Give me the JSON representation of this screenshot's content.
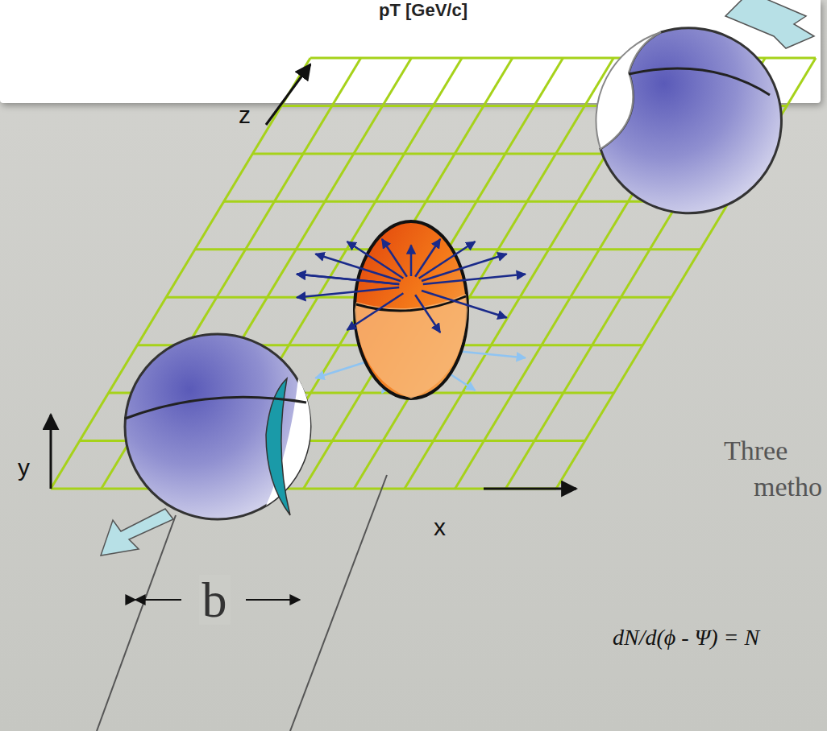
{
  "diagram": {
    "labels": [
      "pT [GeV/c]",
      "z",
      "y",
      "x",
      "b",
      "Three",
      "metho",
      "dN/d(ϕ - Ψ) = N"
    ]
  }
}
